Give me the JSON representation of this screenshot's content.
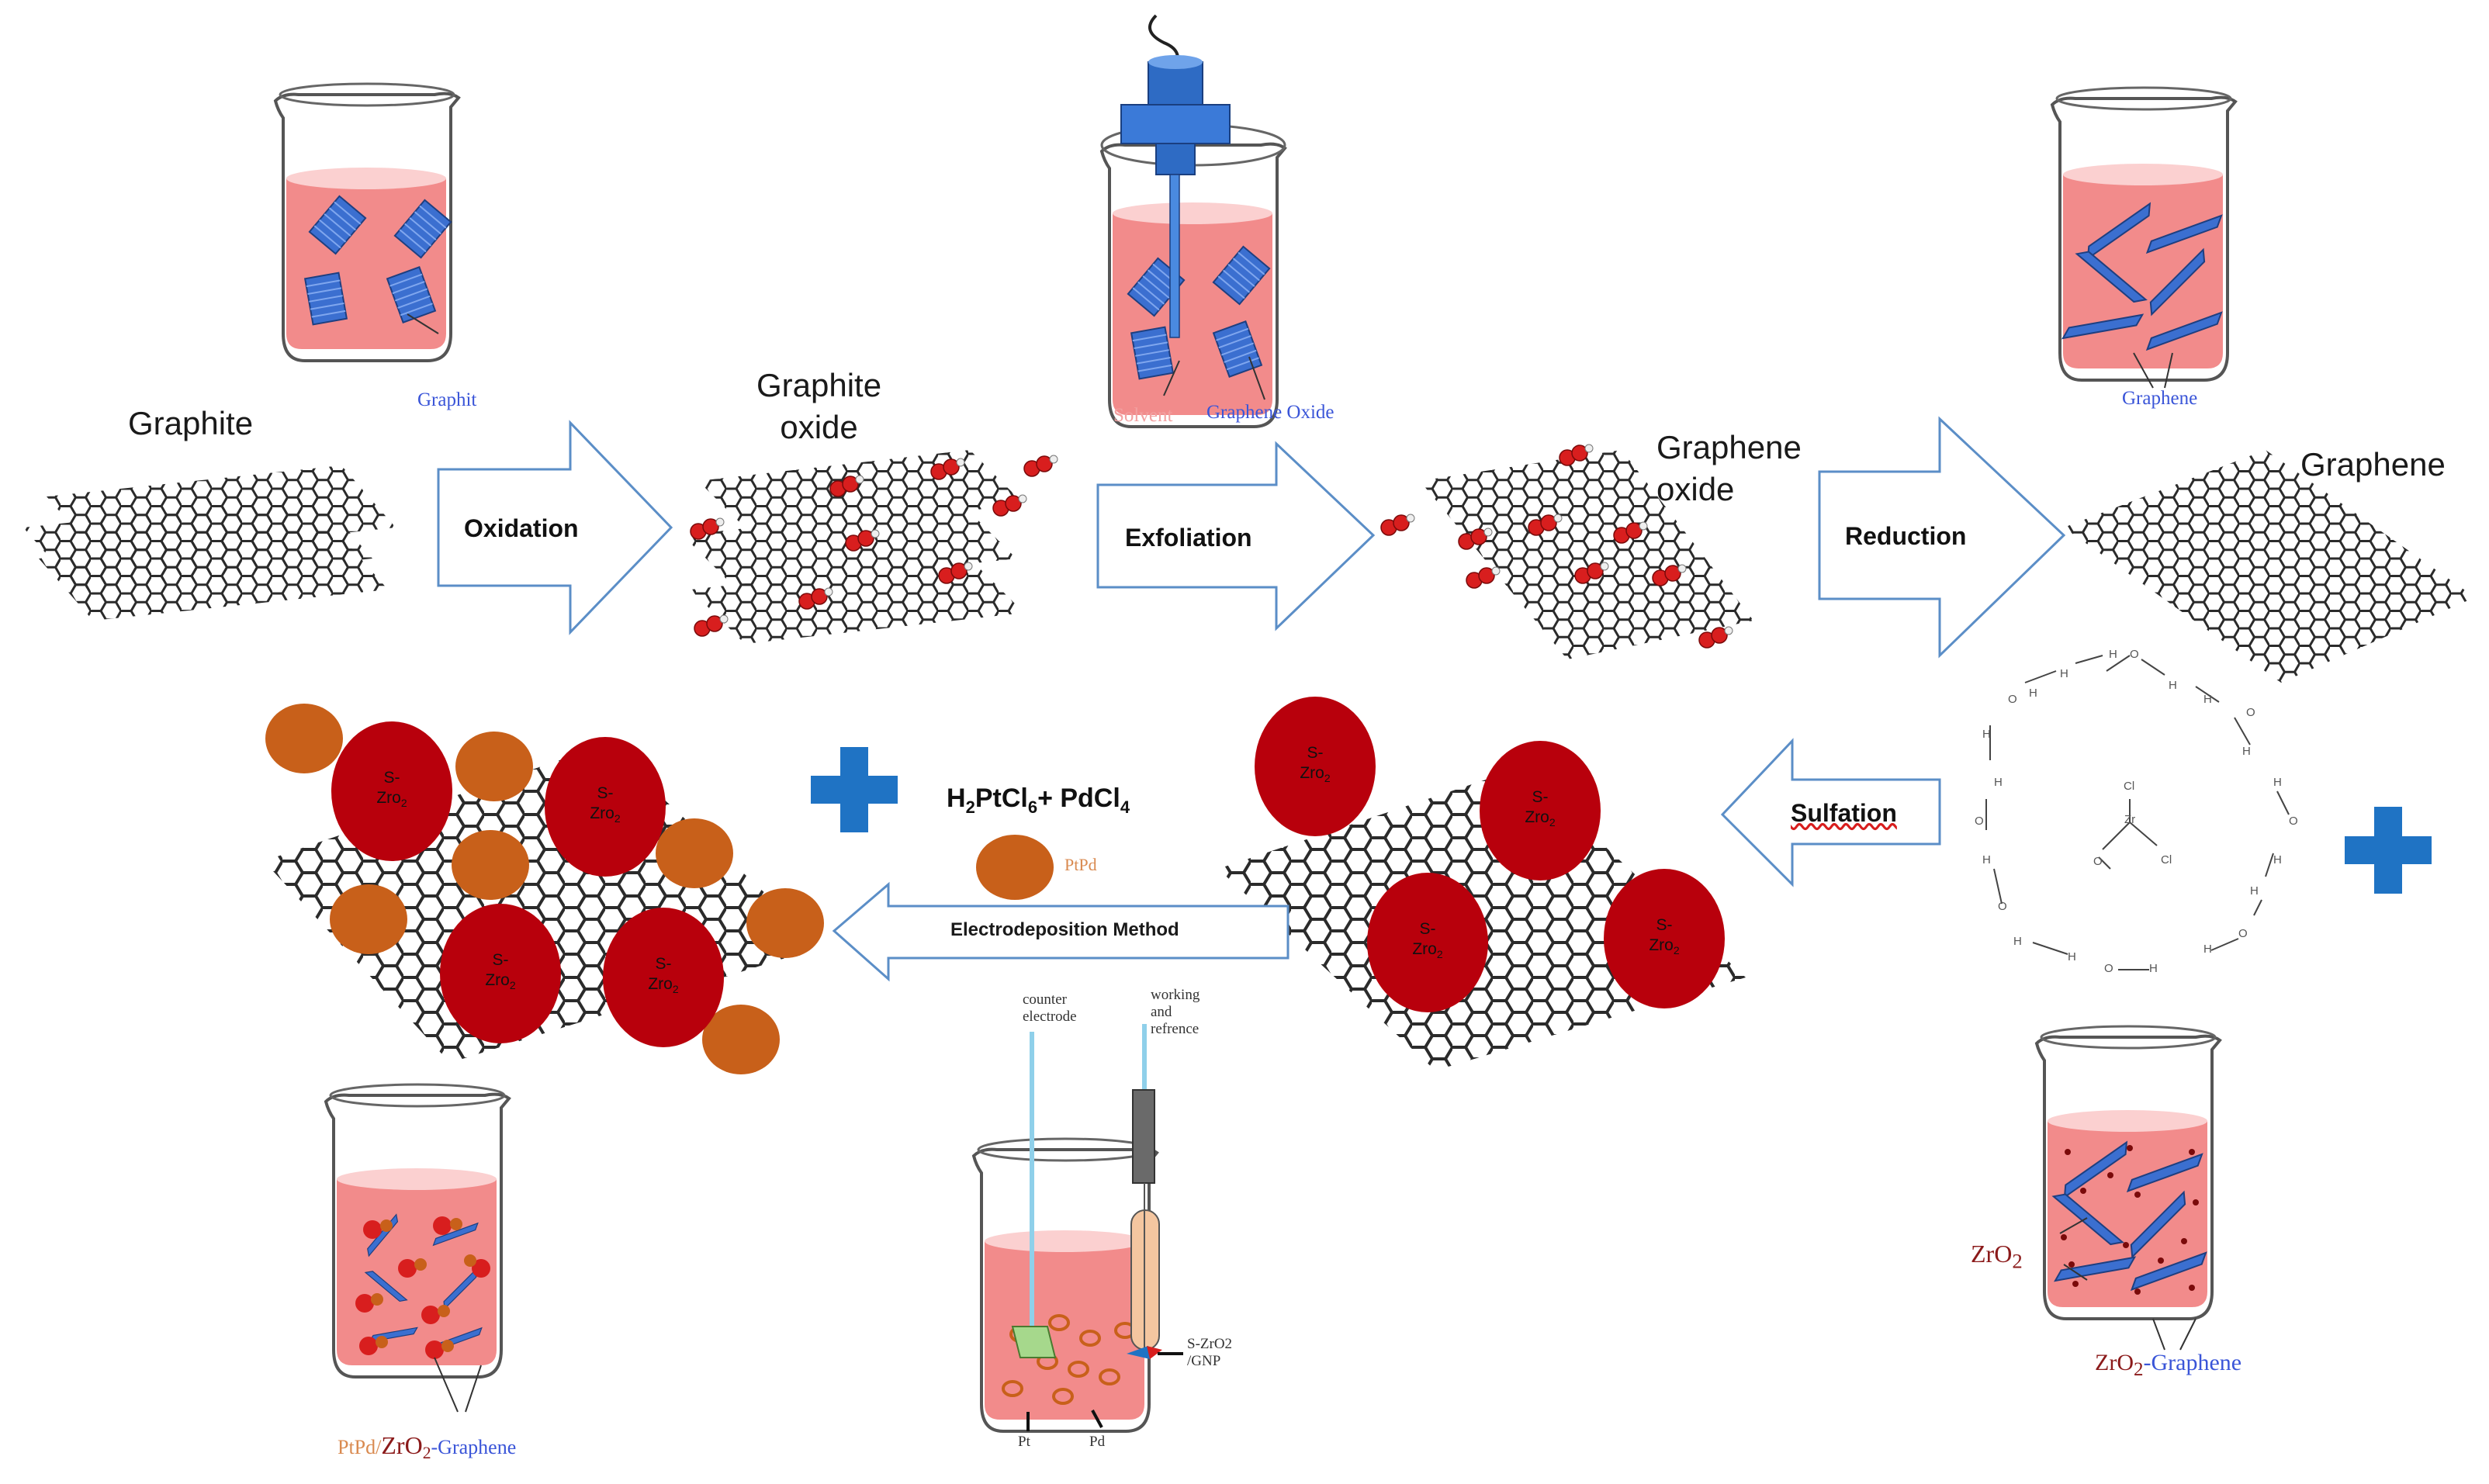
{
  "colors": {
    "liquid": "#f28b8b",
    "liquid_light": "#fbd0d0",
    "flake": "#3b6fd0",
    "lattice": "#2b2b2b",
    "oxygen": "#d81e1e",
    "szro": "#b8000c",
    "ptpd": "#c8601a",
    "arrow_stroke": "#5b8ec7",
    "plus": "#1f73c4",
    "label_blue": "#3a55d8",
    "label_pink": "#f2a0a0",
    "label_orange": "#d98a50",
    "label_red": "#8b1a1a"
  },
  "stages": {
    "graphite": "Graphite",
    "graphite_oxide": "Graphite\noxide",
    "graphene_oxide": "Graphene\noxide",
    "graphene": "Graphene"
  },
  "steps": {
    "oxidation": "Oxidation",
    "exfoliation": "Exfoliation",
    "reduction": "Reduction",
    "sulfation": "Sulfation",
    "electrodeposition": "Electrodeposition Method"
  },
  "beakers": {
    "graphit": "Graphit",
    "solvent": "Solvent",
    "graphene_oxide": "Graphene Oxide",
    "graphene": "Graphene",
    "zro2": "ZrO",
    "zro2_sub": "2",
    "zro2_graphene_prefix": "ZrO",
    "zro2_graphene_sub": "2",
    "zro2_graphene_suffix": "-Graphene",
    "ptpd_prefix": "PtPd/",
    "ptpd_zro": "ZrO",
    "ptpd_sub": "2",
    "ptpd_suffix": "-Graphene"
  },
  "reagent": {
    "h": "H",
    "sub2": "2",
    "ptcl": "PtCl",
    "sub6": "6",
    "plus_pdcl": "+ PdCl",
    "sub4": "4",
    "ptpd": "PtPd"
  },
  "particle": {
    "line1": "S-",
    "line2": "Zro",
    "sub": "2"
  },
  "cell": {
    "counter": "counter\nelectrode",
    "working": "working\nand\nrefrence",
    "szro2": "S-ZrO2\n/GNP",
    "pt": "Pt",
    "pd": "Pd"
  },
  "molecule": {
    "cl": "Cl",
    "zr": "Zr",
    "o": "O",
    "h": "H"
  }
}
